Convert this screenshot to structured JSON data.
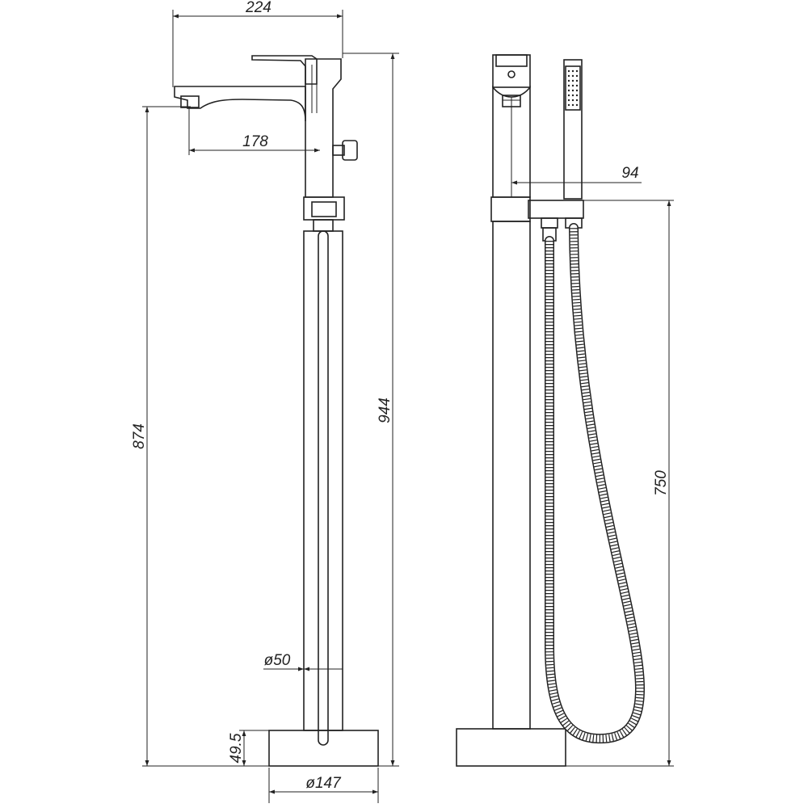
{
  "dimensions": {
    "spout_reach": "224",
    "spout_offset": "178",
    "spout_height": "874",
    "total_height": "944",
    "body_diameter": "ø50",
    "base_height": "49.5",
    "base_diameter": "ø147",
    "holder_offset": "94",
    "holder_height": "750"
  },
  "colors": {
    "line": "#222222",
    "background": "#ffffff"
  }
}
